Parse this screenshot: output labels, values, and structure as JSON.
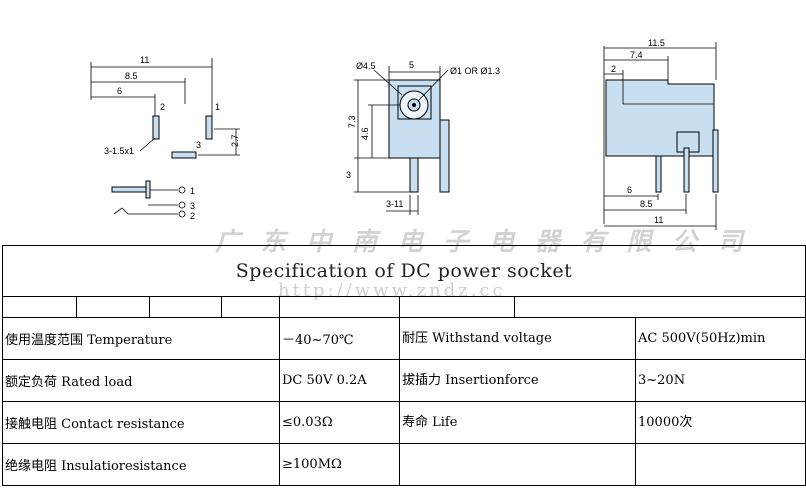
{
  "drawings": {
    "footprint": {
      "dim_11": "11",
      "dim_8_5": "8.5",
      "dim_6": "6",
      "pin_2": "2",
      "pin_1": "1",
      "pin_3": "3",
      "slot_callout": "3-1.5x1",
      "dim_2_7": "2.7",
      "schematic_1": "1",
      "schematic_3": "3",
      "schematic_2": "2"
    },
    "front_view": {
      "dia_4_5": "Ø4.5",
      "dim_5": "5",
      "dia_pin": "Ø1 OR Ø1.3",
      "dim_7_3": "7.3",
      "dim_4_6": "4.6",
      "dim_3": "3",
      "dim_3_11": "3-11"
    },
    "side_view": {
      "dim_11_5": "11.5",
      "dim_7_4": "7.4",
      "dim_2": "2",
      "dim_6": "6",
      "dim_8_5": "8.5",
      "dim_11": "11"
    }
  },
  "watermark": {
    "company": "广 东 中 南 电 子 电 器 有 限 公 司",
    "url": "http://www.zndz.cc"
  },
  "table": {
    "title": "Specification of DC power socket",
    "rows": [
      {
        "label1": "使用温度范围 Temperature",
        "value1": "－40~70℃",
        "label2": "耐压 Withstand voltage",
        "value2": "AC 500V(50Hz)min"
      },
      {
        "label1": "额定负荷 Rated load",
        "value1": "DC 50V 0.2A",
        "label2": "拔插力 Insertionforce",
        "value2": "3~20N"
      },
      {
        "label1": "接触电阻 Contact resistance",
        "value1": "≤0.03Ω",
        "label2": "寿命 Life",
        "value2": "10000次"
      },
      {
        "label1": "绝缘电阻 Insulatioresistance",
        "value1": "≥100MΩ",
        "label2": "",
        "value2": ""
      }
    ]
  }
}
